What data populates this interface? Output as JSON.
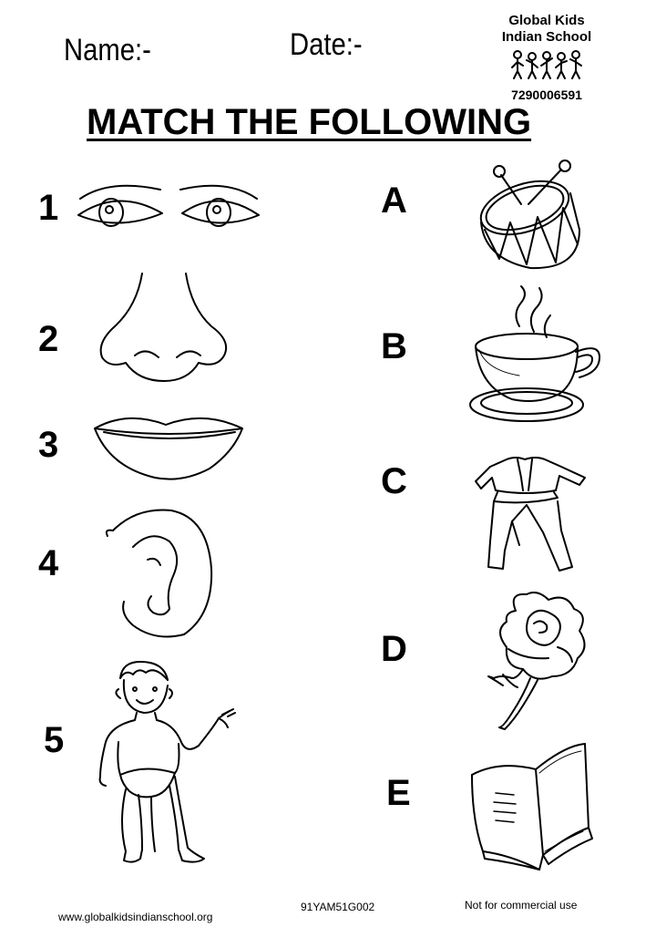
{
  "header": {
    "name_label": "Name:-",
    "date_label": "Date:-",
    "school_line1": "Global Kids",
    "school_line2": "Indian School",
    "phone": "7290006591"
  },
  "title": "MATCH THE FOLLOWING",
  "left_items": [
    {
      "label": "1",
      "icon": "eyes-icon"
    },
    {
      "label": "2",
      "icon": "nose-icon"
    },
    {
      "label": "3",
      "icon": "lips-icon"
    },
    {
      "label": "4",
      "icon": "ear-icon"
    },
    {
      "label": "5",
      "icon": "boy-icon"
    }
  ],
  "right_items": [
    {
      "label": "A",
      "icon": "drum-icon"
    },
    {
      "label": "B",
      "icon": "tea-cup-icon"
    },
    {
      "label": "C",
      "icon": "clothes-icon"
    },
    {
      "label": "D",
      "icon": "rose-icon"
    },
    {
      "label": "E",
      "icon": "book-icon"
    }
  ],
  "footer": {
    "website": "www.globalkidsindianschool.org",
    "code": "91YAM51G002",
    "notice": "Not for commercial use"
  }
}
